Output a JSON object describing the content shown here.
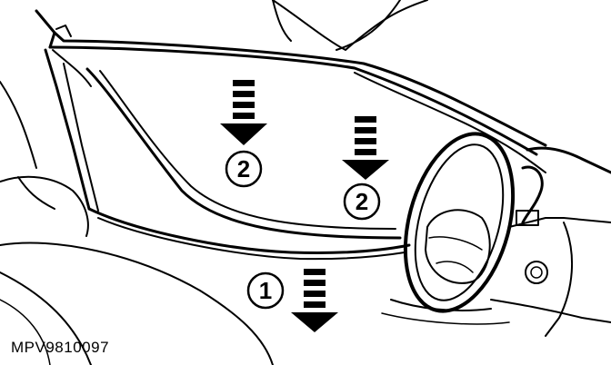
{
  "figure_code": "MPV9810097",
  "callouts": [
    {
      "label": "2"
    },
    {
      "label": "2"
    },
    {
      "label": "1"
    }
  ],
  "colors": {
    "ink": "#000000",
    "paper": "#ffffff"
  }
}
